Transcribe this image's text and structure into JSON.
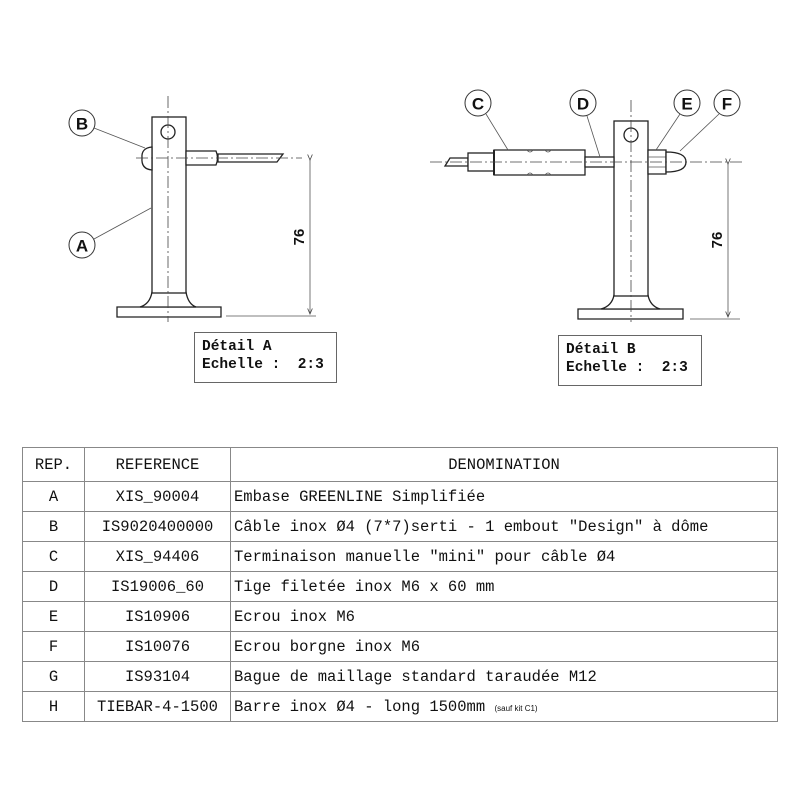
{
  "detail_a": {
    "bubbles": [
      "B",
      "A"
    ],
    "dimension": "76",
    "caption_title": "Détail A",
    "caption_scale": "Echelle :  2:3"
  },
  "detail_b": {
    "bubbles": [
      "C",
      "D",
      "E",
      "F"
    ],
    "dimension": "76",
    "caption_title": "Détail B",
    "caption_scale": "Echelle :  2:3"
  },
  "table": {
    "headers": [
      "REP.",
      "REFERENCE",
      "DENOMINATION"
    ],
    "rows": [
      {
        "rep": "A",
        "reference": "XIS_90004",
        "denomination": "Embase GREENLINE Simplifiée"
      },
      {
        "rep": "B",
        "reference": "IS9020400000",
        "denomination": "Câble inox Ø4 (7*7)serti - 1 embout \"Design\" à dôme"
      },
      {
        "rep": "C",
        "reference": "XIS_94406",
        "denomination": "Terminaison manuelle \"mini\" pour câble Ø4"
      },
      {
        "rep": "D",
        "reference": "IS19006_60",
        "denomination": "Tige filetée inox M6 x 60 mm"
      },
      {
        "rep": "E",
        "reference": "IS10906",
        "denomination": "Ecrou inox M6"
      },
      {
        "rep": "F",
        "reference": "IS10076",
        "denomination": "Ecrou borgne inox M6"
      },
      {
        "rep": "G",
        "reference": "IS93104",
        "denomination": "Bague de maillage standard taraudée M12"
      },
      {
        "rep": "H",
        "reference": "TIEBAR-4-1500",
        "denomination": "Barre inox Ø4 - long 1500mm",
        "note": "(sauf kit C1)"
      }
    ]
  }
}
